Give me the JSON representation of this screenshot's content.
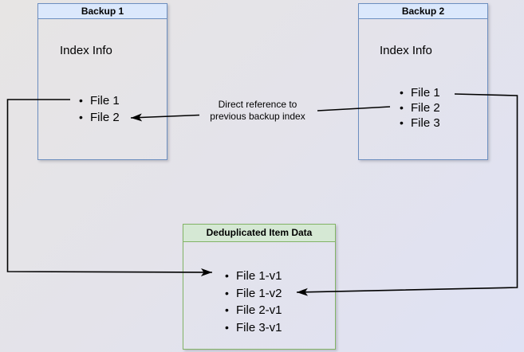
{
  "diagram": {
    "backup1": {
      "title": "Backup 1",
      "subtitle": "Index Info",
      "files": [
        "File 1",
        "File 2"
      ]
    },
    "backup2": {
      "title": "Backup 2",
      "subtitle": "Index Info",
      "files": [
        "File 1",
        "File 2",
        "File 3"
      ]
    },
    "dedup": {
      "title": "Deduplicated Item Data",
      "files": [
        "File 1-v1",
        "File 1-v2",
        "File 2-v1",
        "File 3-v1"
      ]
    },
    "annotation": {
      "line1": "Direct reference to",
      "line2": "previous backup index"
    }
  },
  "icons": {
    "bullet": "•"
  },
  "colors": {
    "blue_header_fill": "#dbe8fc",
    "blue_border": "#6c8ebf",
    "green_header_fill": "#d5e8d4",
    "green_border": "#82b366",
    "arrow": "#000000",
    "canvas_top_left": "#e7e5e4",
    "canvas_bottom_right": "#dfe2f4"
  }
}
